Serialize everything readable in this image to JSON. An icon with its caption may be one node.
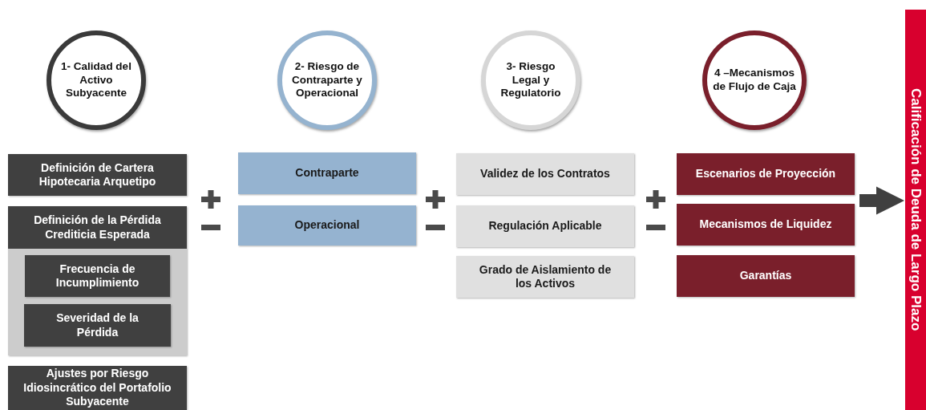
{
  "diagram": {
    "nodes": [
      {
        "text": [
          "1- Calidad del Activo Subyacente"
        ]
      },
      {
        "text": [
          "Definición de Cartera Hipotecaria Arquetipo"
        ]
      },
      {
        "text": [],
        "shape": "box"
      },
      {
        "text": [
          "Definición de la Pérdida Crediticia Esperada"
        ],
        "in": 2
      },
      {
        "text": [
          "Frecuencia de Incumplimiento"
        ],
        "in": 2
      },
      {
        "text": [
          "Severidad de la Pérdida"
        ],
        "in": 2
      },
      {
        "text": [
          "Ajustes por Riesgo Idiosincrático del Portafolio Subyacente"
        ]
      },
      {
        "text": [
          "2- Riesgo de Contraparte y Operacional"
        ]
      },
      {
        "text": [
          "Contraparte"
        ]
      },
      {
        "text": [
          "Operacional"
        ]
      },
      {
        "text": [
          "3- Riesgo Legal y Regulatorio"
        ]
      },
      {
        "text": [
          "Validez de los Contratos"
        ]
      },
      {
        "text": [
          "Regulación Aplicable"
        ]
      },
      {
        "text": [
          "Grado de Aislamiento de los Activos"
        ]
      },
      {
        "text": [
          "4 –Mecanismos de Flujo de Caja"
        ]
      },
      {
        "text": [
          "Escenarios de Proyección"
        ]
      },
      {
        "text": [
          "Mecanismos de Liquidez"
        ]
      },
      {
        "text": [
          "Garantías"
        ]
      },
      {
        "text": [
          "Calificación de Deuda de Largo Plazo"
        ]
      }
    ],
    "edges": [
      {
        "from": 15,
        "to": 18,
        "arrow": "to"
      }
    ]
  }
}
